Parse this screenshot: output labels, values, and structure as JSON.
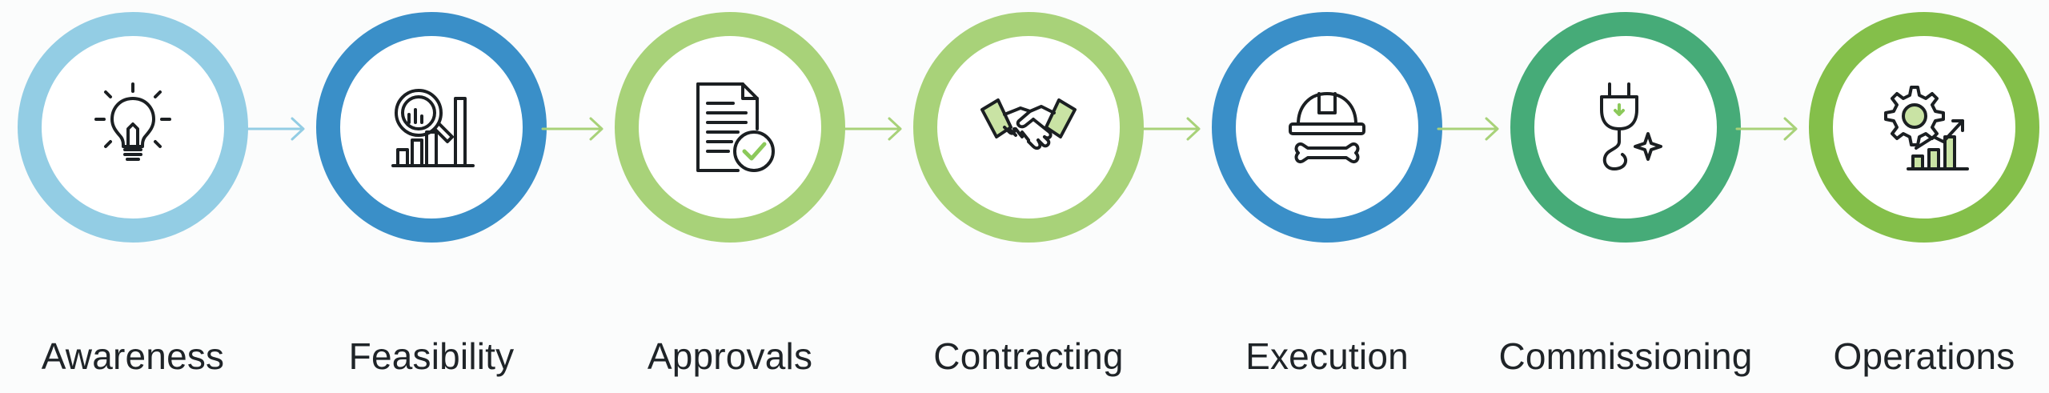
{
  "steps": [
    {
      "label": "Awareness",
      "icon": "lightbulb-icon",
      "ring_color": "#93cde4"
    },
    {
      "label": "Feasibility",
      "icon": "magnifier-chart-icon",
      "ring_color": "#3a8fc8"
    },
    {
      "label": "Approvals",
      "icon": "document-check-icon",
      "ring_color": "#a8d279"
    },
    {
      "label": "Contracting",
      "icon": "handshake-icon",
      "ring_color": "#a8d279"
    },
    {
      "label": "Execution",
      "icon": "hardhat-wrench-icon",
      "ring_color": "#3a8fc8"
    },
    {
      "label": "Commissioning",
      "icon": "plug-spark-icon",
      "ring_color": "#46ab78"
    },
    {
      "label": "Operations",
      "icon": "gear-growth-icon",
      "ring_color": "#84bf4a"
    }
  ],
  "arrows": [
    {
      "color": "#93cde4"
    },
    {
      "color": "#a8d279"
    },
    {
      "color": "#a8d279"
    },
    {
      "color": "#a8d279"
    },
    {
      "color": "#a8d279"
    },
    {
      "color": "#a8d279"
    }
  ],
  "icon_accent": "#8cc95a"
}
